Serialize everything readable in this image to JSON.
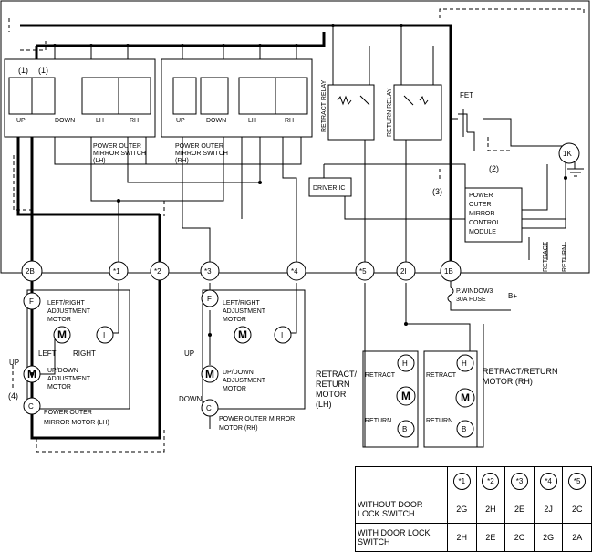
{
  "connectors": {
    "c2b": "2B",
    "c1": "*1",
    "c2": "*2",
    "c3": "*3",
    "c4": "*4",
    "c5": "*5",
    "c2i": "2I",
    "c1b": "1B",
    "c1k": "1K"
  },
  "switch_lh": {
    "up": "UP",
    "down": "DOWN",
    "lh": "LH",
    "rh": "RH",
    "caption": [
      "POWER OUTER",
      "MIRROR SWITCH",
      "(LH)"
    ],
    "mark1": "(1)",
    "mark2": "(1)"
  },
  "switch_rh": {
    "up": "UP",
    "down": "DOWN",
    "lh": "LH",
    "rh": "RH",
    "caption": [
      "POWER OUTER",
      "MIRROR SWITCH",
      "(RH)"
    ]
  },
  "relays": {
    "retract": "RETRACT RELAY",
    "return": "RETURN RELAY",
    "fet": "FET",
    "driver": "DRIVER IC"
  },
  "module": {
    "lines": [
      "POWER",
      "OUTER",
      "MIRROR",
      "CONTROL",
      "MODULE"
    ],
    "retract": "RETRACT",
    "return": "RETURN"
  },
  "marks": {
    "m2": "(2)",
    "m3": "(3)",
    "m4": "(4)"
  },
  "fuse": {
    "line1": "P.WINDOW3",
    "line2": "30A FUSE",
    "bplus": "B+"
  },
  "motor_lh": {
    "F": "F",
    "I": "I",
    "C": "C",
    "M": "M",
    "adj": [
      "LEFT/RIGHT",
      "ADJUSTMENT",
      "MOTOR"
    ],
    "left": "LEFT",
    "right": "RIGHT",
    "up": "UP",
    "updown": [
      "UP/DOWN",
      "ADJUSTMENT",
      "MOTOR"
    ],
    "caption": [
      "POWER OUTER",
      "MIRROR MOTOR (LH)"
    ]
  },
  "motor_rh": {
    "F": "F",
    "I": "I",
    "C": "C",
    "M": "M",
    "adj": [
      "LEFT/RIGHT",
      "ADJUSTMENT",
      "MOTOR"
    ],
    "up": "UP",
    "down": "DOWN",
    "updown": [
      "UP/DOWN",
      "ADJUSTMENT",
      "MOTOR"
    ],
    "caption": [
      "POWER OUTER MIRROR",
      "MOTOR (RH)"
    ]
  },
  "retract_motor_lh": {
    "H": "H",
    "B": "B",
    "M": "M",
    "retract": "RETRACT",
    "return": "RETURN",
    "caption": [
      "RETRACT/",
      "RETURN",
      "MOTOR",
      "(LH)"
    ]
  },
  "retract_motor_rh": {
    "H": "H",
    "B": "B",
    "M": "M",
    "retract": "RETRACT",
    "return": "RETURN",
    "caption": [
      "RETRACT/RETURN",
      "MOTOR (RH)"
    ]
  },
  "legend": {
    "headers": [
      "*1",
      "*2",
      "*3",
      "*4",
      "*5"
    ],
    "rows": [
      {
        "label": "WITHOUT DOOR LOCK SWITCH",
        "values": [
          "2G",
          "2H",
          "2E",
          "2J",
          "2C"
        ]
      },
      {
        "label": "WITH DOOR LOCK SWITCH",
        "values": [
          "2H",
          "2E",
          "2C",
          "2G",
          "2A"
        ]
      }
    ]
  }
}
